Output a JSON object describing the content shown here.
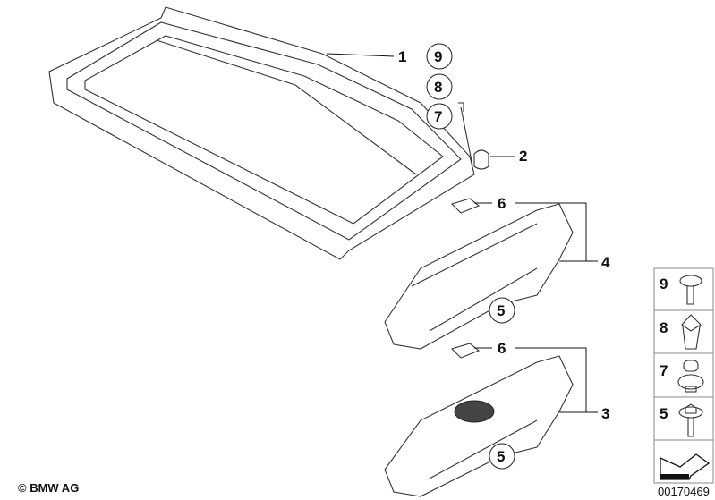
{
  "callouts": {
    "c1": "1",
    "c2": "2",
    "c3": "3",
    "c4": "4",
    "c5a": "5",
    "c5b": "5",
    "c6a": "6",
    "c6b": "6",
    "c7": "7",
    "c8": "8",
    "c9": "9"
  },
  "legend": [
    {
      "number": "9",
      "icon": "screw-icon"
    },
    {
      "number": "8",
      "icon": "clip-nut-icon"
    },
    {
      "number": "7",
      "icon": "grommet-icon"
    },
    {
      "number": "5",
      "icon": "hex-screw-icon"
    }
  ],
  "legend_arrow_icon": "direction-arrow-icon",
  "copyright": "© BMW AG",
  "diagram_number": "00170469"
}
